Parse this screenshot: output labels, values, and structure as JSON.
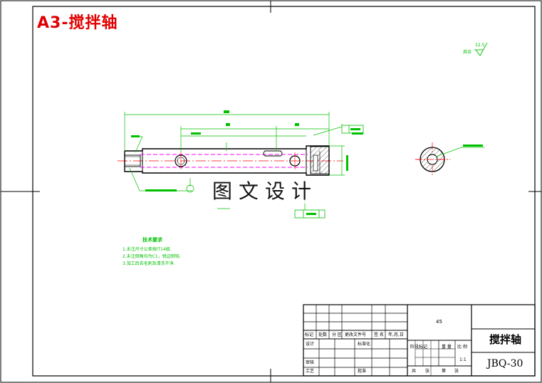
{
  "sheet": {
    "title": "A3-搅拌轴",
    "watermark": "图文设计"
  },
  "roughness": {
    "value": "12.5",
    "label": "其余"
  },
  "tech_requirements": {
    "heading": "技术要求",
    "items": [
      "1.未注尺寸公差按IT14级.",
      "2.未注倒角均为C1，锐边倒钝.",
      "3.加工后去毛刺及清洗干净."
    ]
  },
  "title_block": {
    "material": "45",
    "part_name": "搅拌轴",
    "drawing_code": "JBQ-30",
    "scale": "1:1",
    "row_labels": [
      "标记",
      "处数",
      "分 区",
      "更改文件号",
      "签 名",
      "年,月,日"
    ],
    "left_labels": [
      "设计",
      "审核",
      "工艺"
    ],
    "mid_labels": [
      "标准化",
      "批准"
    ],
    "right_labels": [
      "阶段标记",
      "重 量",
      "比 例"
    ],
    "bottom_labels": [
      "共",
      "张",
      "第",
      "张"
    ]
  },
  "colors": {
    "frame": "#000000",
    "title": "#e00000",
    "dimension": "#00c000",
    "centerline": "#ff0000",
    "hidden": "#ff00ff",
    "outline": "#000000"
  }
}
